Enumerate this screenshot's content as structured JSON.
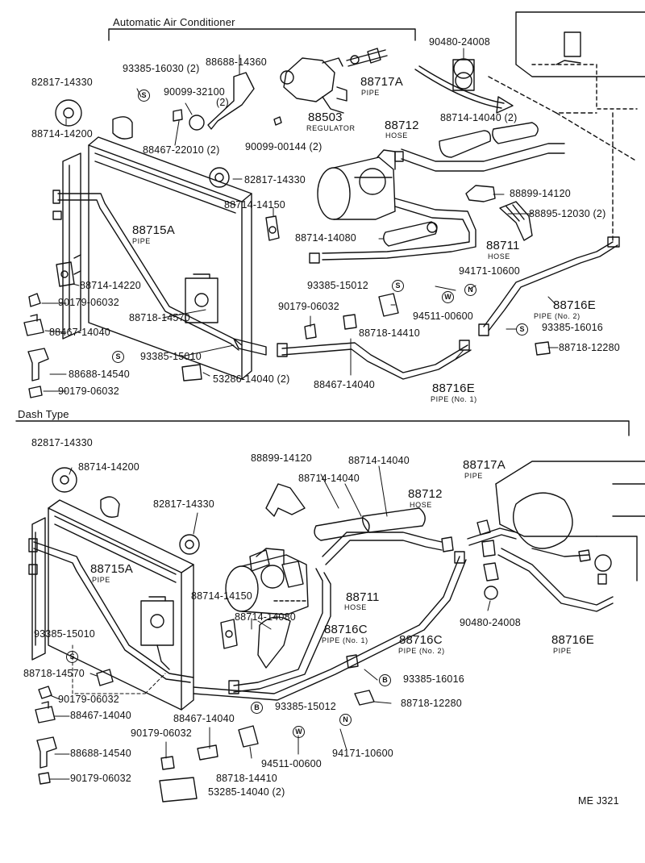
{
  "sections": {
    "auto_ac": "Automatic Air Conditioner",
    "dash_type": "Dash Type"
  },
  "page_code": "ME J321",
  "symbols": {
    "S": "S",
    "W": "W",
    "N": "N",
    "B": "B"
  },
  "top_labels": {
    "p82817_a": "82817-14330",
    "p88714_14200_a": "88714-14200",
    "p93385_16030": "93385-16030 (2)",
    "p90099_32100": "90099-32100",
    "p90099_32100_qty": "(2)",
    "p88688_14360": "88688-14360",
    "p88467_22010": "88467-22010 (2)",
    "p90099_00144": "90099-00144 (2)",
    "p88503": "88503",
    "p88503_name": "REGULATOR",
    "p88717a": "88717A",
    "p88717a_name": "PIPE",
    "p90480_a": "90480-24008",
    "p88712": "88712",
    "p88712_name": "HOSE",
    "p88714_14040_2": "88714-14040 (2)",
    "p82817_b": "82817-14330",
    "p88714_14150": "88714-14150",
    "p88899_14120": "88899-14120",
    "p88895_12030": "88895-12030 (2)",
    "p88715a": "88715A",
    "p88715a_name": "PIPE",
    "p88714_14080": "88714-14080",
    "p88711": "88711",
    "p88711_name": "HOSE",
    "p88714_14220": "88714-14220",
    "p94171": "94171-10600",
    "p93385_15012": "93385-15012",
    "p90179_a": "90179-06032",
    "p90179_b": "90179-06032",
    "p94511": "94511-00600",
    "p88716e_no2": "88716E",
    "p88716e_no2_name": "PIPE (No. 2)",
    "p88718_14570": "88718-14570",
    "p88467_14040_a": "88467-14040",
    "p93385_16016": "93385-16016",
    "p88718_14410": "88718-14410",
    "p93385_15010": "93385-15010",
    "p88718_12280": "88718-12280",
    "p88688_14540": "88688-14540",
    "p53286": "53286-14040 (2)",
    "p88467_14040_b": "88467-14040",
    "p90179_c": "90179-06032",
    "p88716e_no1": "88716E",
    "p88716e_no1_name": "PIPE (No. 1)"
  },
  "bottom_labels": {
    "p82817_c": "82817-14330",
    "p88714_14200_b": "88714-14200",
    "p88899_14120_b": "88899-14120",
    "p88714_14040_b1": "88714-14040",
    "p88714_14040_b2": "88714-14040",
    "p88717a_b": "88717A",
    "p88717a_b_name": "PIPE",
    "p88712_b": "88712",
    "p88712_b_name": "HOSE",
    "p82817_d": "82817-14330",
    "p88715a_b": "88715A",
    "p88715a_b_name": "PIPE",
    "p88714_14150_b": "88714-14150",
    "p88711_b": "88711",
    "p88711_b_name": "HOSE",
    "p88714_14080_b": "88714-14080",
    "p93385_15010_b": "93385-15010",
    "p88716c_a": "88716C",
    "p88716c_a_name": "PIPE (No. 1)",
    "p88716c_b": "88716C",
    "p88716c_b_name": "PIPE (No. 2)",
    "p90480_b": "90480-24008",
    "p88716e_b": "88716E",
    "p88716e_b_name": "PIPE",
    "p88718_14570_b": "88718-14570",
    "p90179_d": "90179-06032",
    "p93385_16016_b": "93385-16016",
    "p88718_12280_b": "88718-12280",
    "p88467_14040_c": "88467-14040",
    "p93385_15012_b": "93385-15012",
    "p88467_14040_d": "88467-14040",
    "p90179_e": "90179-06032",
    "p94171_b": "94171-10600",
    "p88688_14540_b": "88688-14540",
    "p94511_b": "94511-00600",
    "p90179_f": "90179-06032",
    "p88718_14410_b": "88718-14410",
    "p53285": "53285-14040 (2)"
  }
}
